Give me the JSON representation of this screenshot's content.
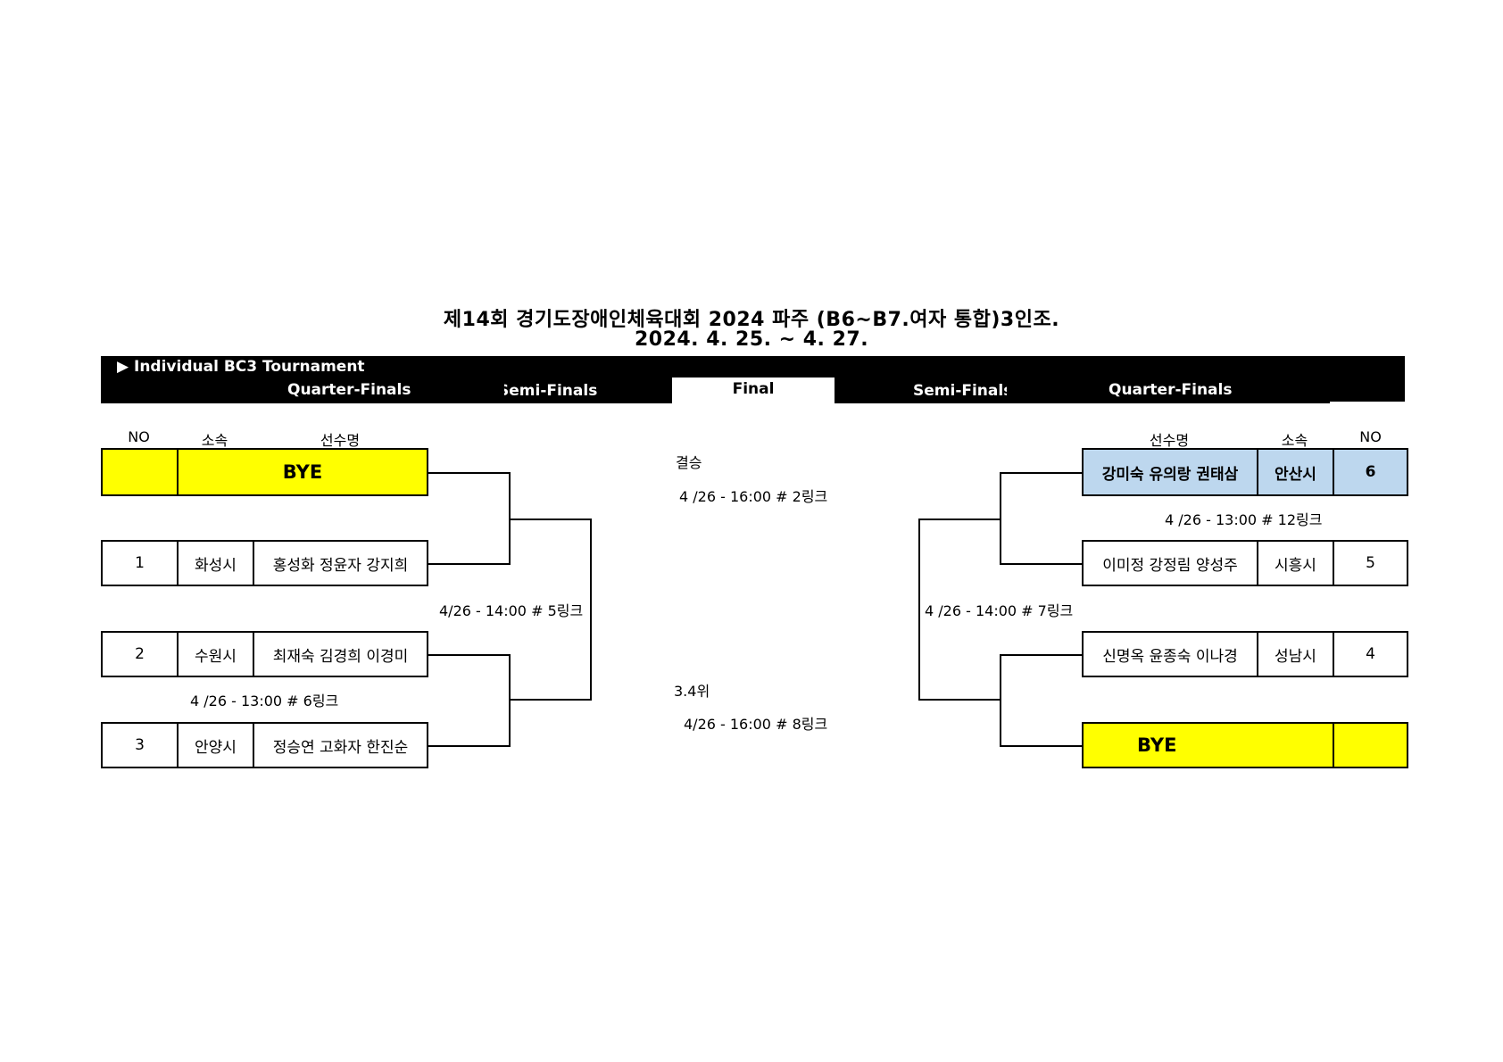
{
  "title": {
    "line1": "제14회 경기도장애인체육대회 2024 파주 (B6~B7.여자 통합)3인조.",
    "line2": "2024. 4. 25. ~ 4. 27."
  },
  "header": {
    "section": "▶ Individual BC3 Tournament",
    "left_qf": "Quarter-Finals",
    "left_sf": "Semi-Finals",
    "final": "Final",
    "right_sf": "Semi-Finals",
    "right_qf": "Quarter-Finals"
  },
  "columns": {
    "no": "NO",
    "affiliation": "소속",
    "players": "선수명"
  },
  "left_entries": [
    {
      "no": "",
      "affiliation": "",
      "players": "BYE"
    },
    {
      "no": "1",
      "affiliation": "화성시",
      "players": "홍성화 정윤자 강지희"
    },
    {
      "no": "2",
      "affiliation": "수원시",
      "players": "최재숙 김경희 이경미"
    },
    {
      "no": "3",
      "affiliation": "안양시",
      "players": "정승연 고화자 한진순"
    }
  ],
  "right_entries": [
    {
      "no": "6",
      "affiliation": "안산시",
      "players": "강미숙 유의랑 권태삼"
    },
    {
      "no": "5",
      "affiliation": "시흥시",
      "players": "이미정 강정림  양성주"
    },
    {
      "no": "4",
      "affiliation": "성남시",
      "players": "신명옥 윤종숙 이나경"
    },
    {
      "no": "",
      "affiliation": "",
      "players": "BYE"
    }
  ],
  "schedules": {
    "final_label": "결승",
    "final_time": "4 /26 - 16:00 # 2링크",
    "third_label": "3.4위",
    "third_time": "4/26 - 16:00 # 8링크",
    "left_qf_time": "4 /26 - 13:00 # 6링크",
    "left_sf_time": "4/26 - 14:00 # 5링크",
    "right_qf_time": "4 /26 - 13:00 # 12링크",
    "right_sf_time": "4 /26 - 14:00 # 7링크"
  },
  "colors": {
    "bye": "#ffff00",
    "seed": "#bdd7ee",
    "header_band": "#000000"
  }
}
